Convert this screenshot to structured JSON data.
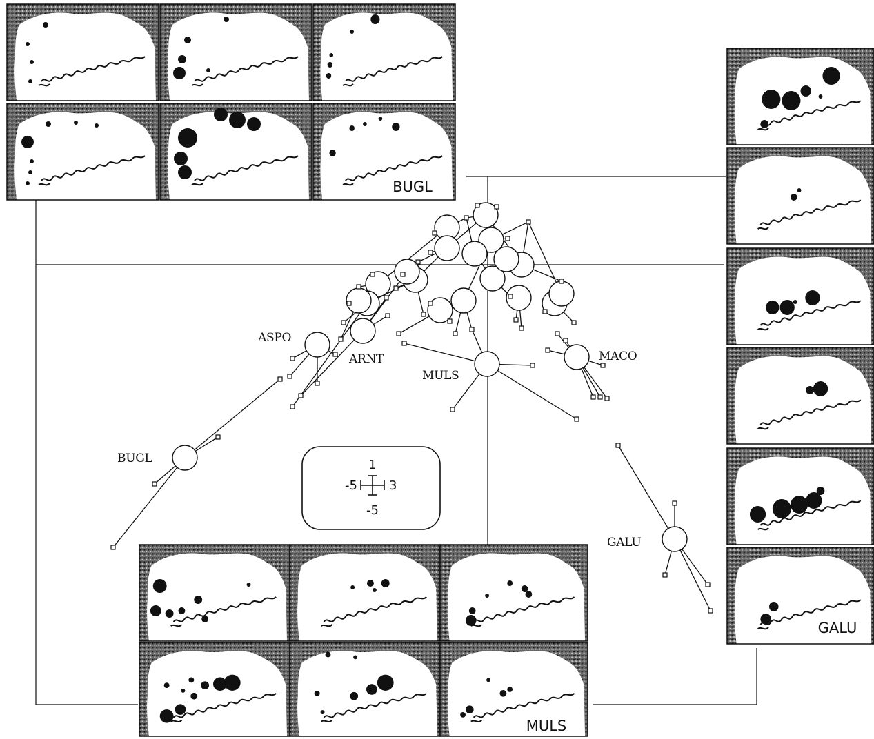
{
  "panel_groups": [
    {
      "name": "BUGL",
      "label": "BUGL"
    },
    {
      "name": "MULS",
      "label": "MULS"
    },
    {
      "name": "GALU",
      "label": "GALU"
    }
  ],
  "node_labels": [
    "ASPO",
    "ARNT",
    "MULS",
    "MACO",
    "BUGL",
    "GALU"
  ],
  "scale_bar": {
    "top": "1",
    "left": "-5",
    "right": "3",
    "bottom": "-5"
  },
  "colors": {
    "ink": "#111111",
    "stipple": "#4a4a4a",
    "background": "#ffffff"
  }
}
